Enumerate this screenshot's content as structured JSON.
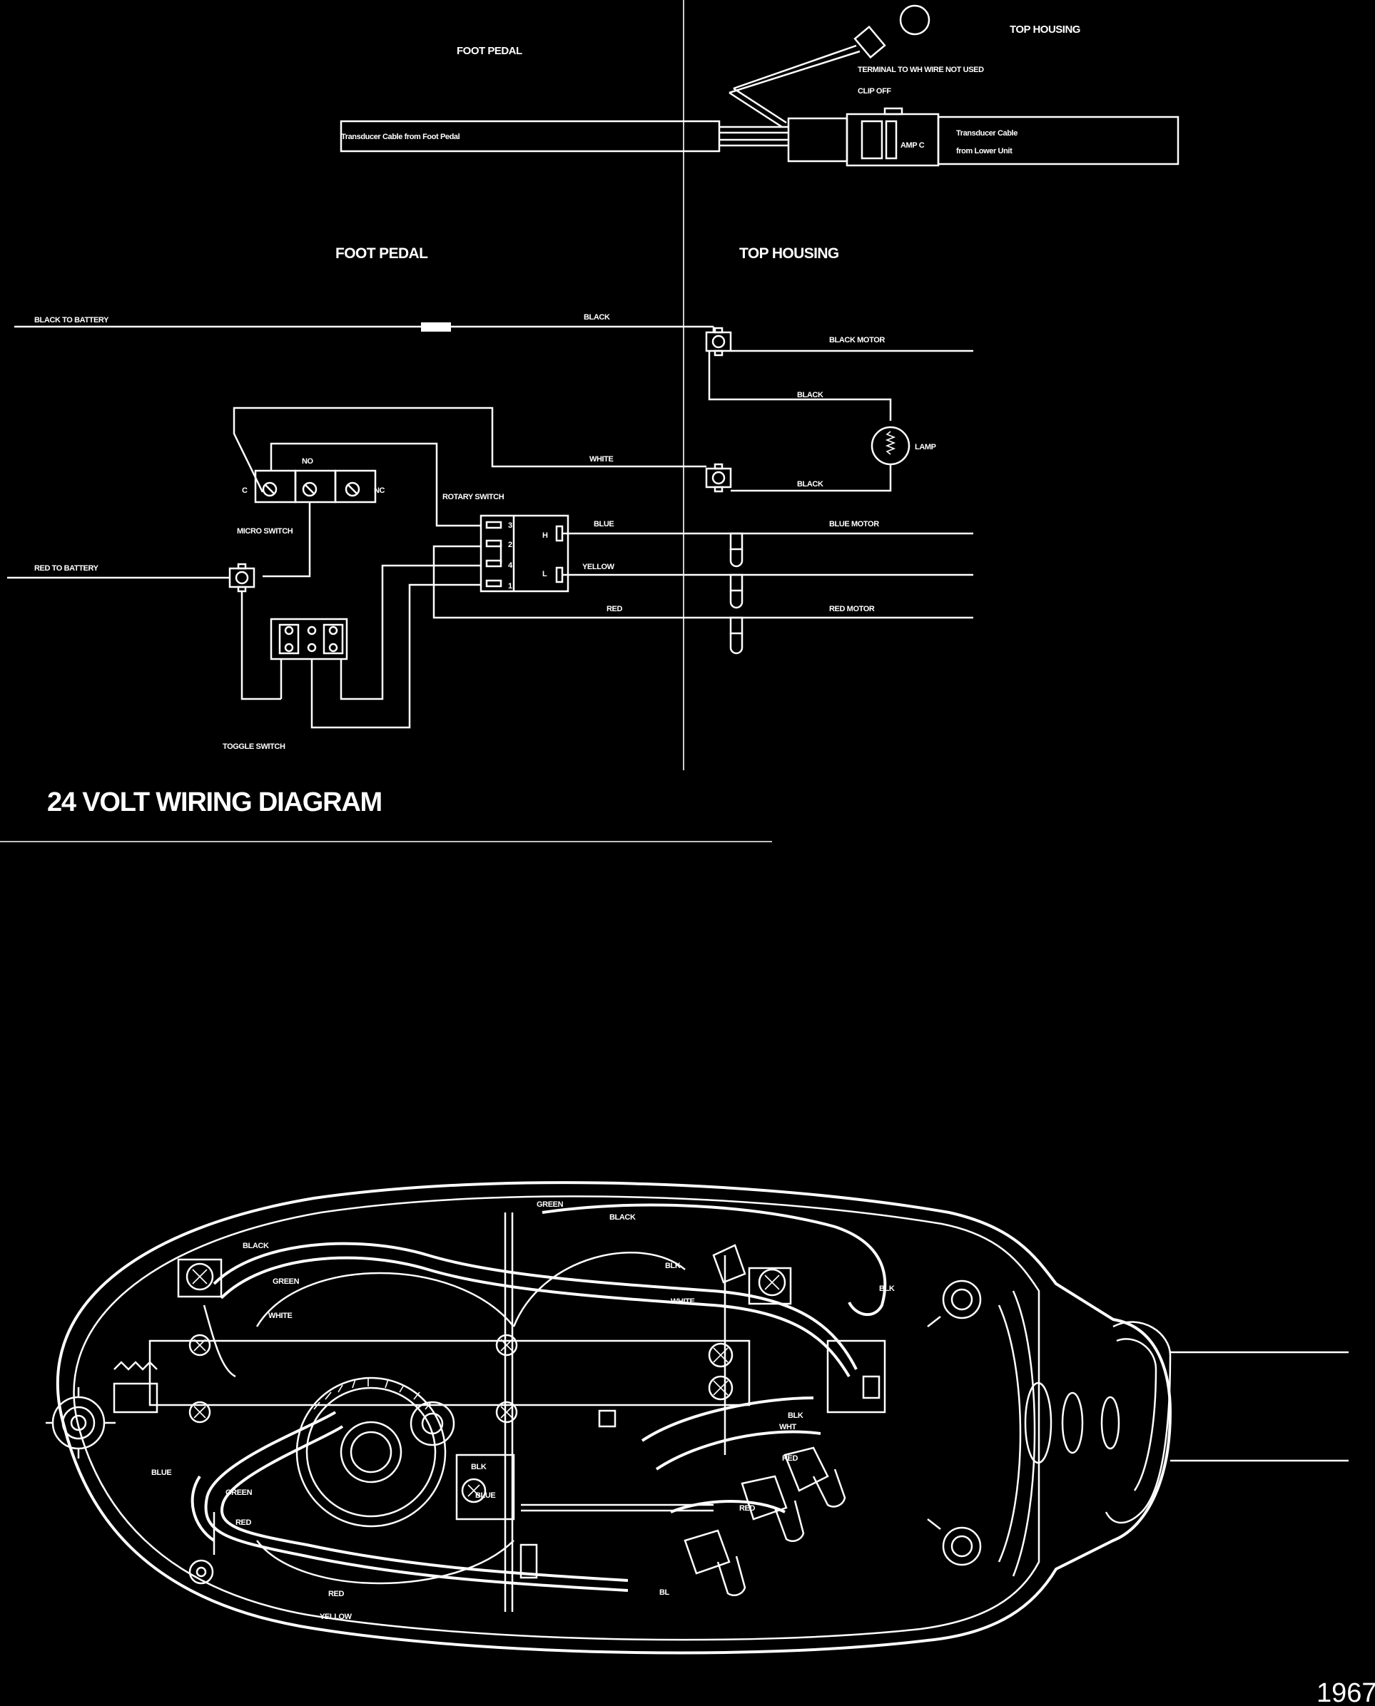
{
  "upper": {
    "foot_pedal": "FOOT PEDAL",
    "top_housing": "TOP HOUSING",
    "terminal_note": "TERMINAL TO WH WIRE NOT USED",
    "clip_off": "CLIP OFF",
    "transducer_from_pedal": "Transducer Cable from Foot Pedal",
    "amp_c": "AMP C",
    "transducer_lower_1": "Transducer Cable",
    "transducer_lower_2": "from Lower Unit"
  },
  "schematic": {
    "foot_pedal": "FOOT PEDAL",
    "top_housing": "TOP HOUSING",
    "black_to_battery": "BLACK TO BATTERY",
    "black": "BLACK",
    "black_motor": "BLACK MOTOR",
    "black_lamp_top": "BLACK",
    "lamp": "LAMP",
    "white": "WHITE",
    "black_lamp_bottom": "BLACK",
    "no": "NO",
    "c": "C",
    "nc": "NC",
    "micro_switch": "MICRO SWITCH",
    "rotary_switch": "ROTARY SWITCH",
    "pin_3": "3",
    "pin_2": "2",
    "pin_4": "4",
    "pin_1": "1",
    "pin_h": "H",
    "pin_l": "L",
    "blue": "BLUE",
    "blue_motor": "BLUE MOTOR",
    "yellow": "YELLOW",
    "red": "RED",
    "red_motor": "RED MOTOR",
    "red_to_battery": "RED TO BATTERY",
    "toggle_switch": "TOGGLE SWITCH"
  },
  "title": "24 VOLT WIRING DIAGRAM",
  "housing": {
    "green_top": "GREEN",
    "black_top": "BLACK",
    "black_left": "BLACK",
    "green_left": "GREEN",
    "white_left": "WHITE",
    "blk_right": "BLK",
    "white_right": "WHITE",
    "blk_far": "BLK",
    "blk_mid": "BLK",
    "wht_mid": "WHT",
    "red_mid": "RED",
    "red_lower": "RED",
    "blk_center": "BLK",
    "blue_center": "BLUE",
    "blue_left": "BLUE",
    "green_lower": "GREEN",
    "red_left": "RED",
    "red_bottom": "RED",
    "yellow_bottom": "YELLOW",
    "bl_bottom": "BL"
  },
  "page_number": "1967"
}
